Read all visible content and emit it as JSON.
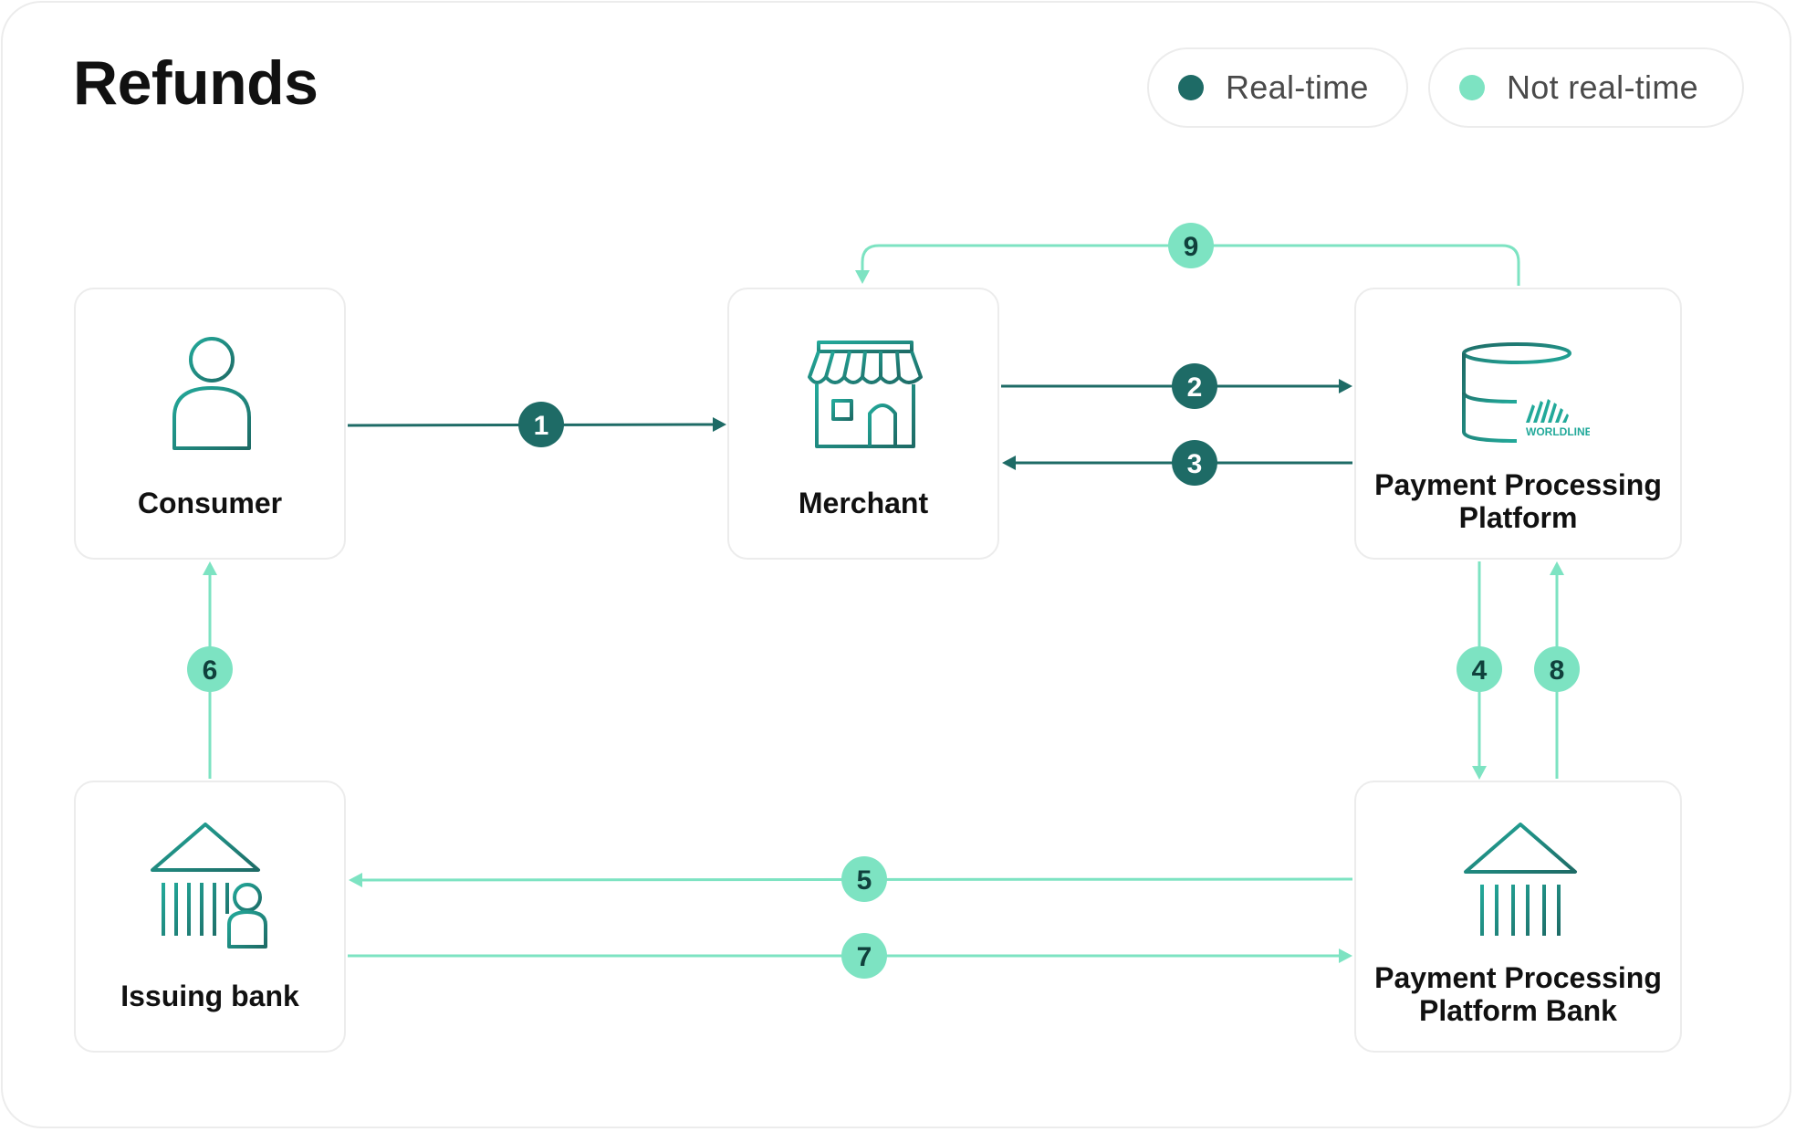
{
  "title": "Refunds",
  "legend": [
    {
      "label": "Real-time",
      "color": "#1e6b66"
    },
    {
      "label": "Not real-time",
      "color": "#7de3c2"
    }
  ],
  "colors": {
    "realtime": "#1e6b66",
    "not_realtime": "#7de3c2",
    "icon_dark": "#1e6b66",
    "icon_light": "#22a99a",
    "badge_text_dark": "#ffffff",
    "badge_text_light": "#10403c"
  },
  "nodes": {
    "consumer": {
      "label_lines": [
        "Consumer"
      ],
      "icon": "person-icon"
    },
    "merchant": {
      "label_lines": [
        "Merchant"
      ],
      "icon": "storefront-icon"
    },
    "ppp": {
      "label_lines": [
        "Payment Processing",
        "Platform"
      ],
      "icon": "database-worldline-icon",
      "logo_text": "WORLDLINE"
    },
    "issuing": {
      "label_lines": [
        "Issuing bank"
      ],
      "icon": "bank-person-icon"
    },
    "pppbank": {
      "label_lines": [
        "Payment Processing",
        "Platform Bank"
      ],
      "icon": "bank-icon"
    }
  },
  "steps": [
    {
      "number": "1",
      "from": "Consumer",
      "to": "Merchant",
      "type": "real-time"
    },
    {
      "number": "2",
      "from": "Merchant",
      "to": "Payment Processing Platform",
      "type": "real-time"
    },
    {
      "number": "3",
      "from": "Payment Processing Platform",
      "to": "Merchant",
      "type": "real-time"
    },
    {
      "number": "4",
      "from": "Payment Processing Platform",
      "to": "Payment Processing Platform Bank",
      "type": "not-real-time"
    },
    {
      "number": "5",
      "from": "Payment Processing Platform Bank",
      "to": "Issuing bank",
      "type": "not-real-time"
    },
    {
      "number": "6",
      "from": "Issuing bank",
      "to": "Consumer",
      "type": "not-real-time"
    },
    {
      "number": "7",
      "from": "Issuing bank",
      "to": "Payment Processing Platform Bank",
      "type": "not-real-time"
    },
    {
      "number": "8",
      "from": "Payment Processing Platform Bank",
      "to": "Payment Processing Platform",
      "type": "not-real-time"
    },
    {
      "number": "9",
      "from": "Payment Processing Platform",
      "to": "Merchant",
      "type": "not-real-time"
    }
  ]
}
